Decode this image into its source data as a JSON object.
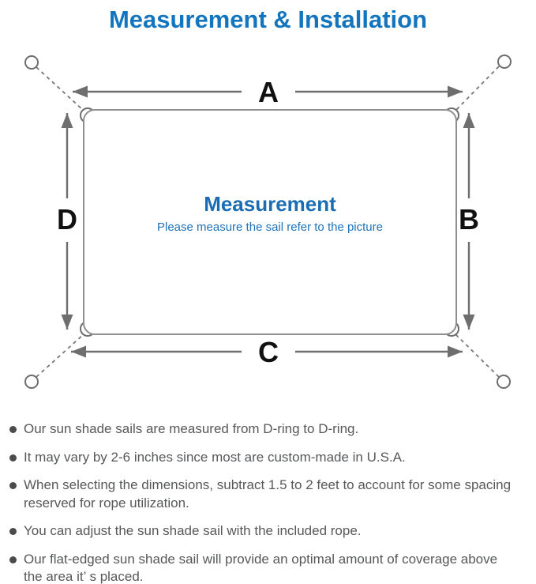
{
  "title": {
    "text": "Measurement & Installation",
    "color": "#1375bd"
  },
  "diagram": {
    "labels": {
      "top": "A",
      "right": "B",
      "bottom": "C",
      "left": "D"
    },
    "center": {
      "heading": "Measurement",
      "subheading": "Please measure the sail refer to the picture",
      "color": "#1a6cb3"
    },
    "line_color": "#6e6e6e",
    "sail_border_color": "#8f8f8f",
    "label_color": "#111111"
  },
  "notes": {
    "text_color": "#57585a",
    "bullet_color": "#4b4b4d",
    "items": [
      {
        "lines": [
          "Our sun shade sails are measured from D-ring to D-ring."
        ]
      },
      {
        "lines": [
          "It may vary by 2-6 inches since most are custom-made in U.S.A."
        ]
      },
      {
        "lines": [
          "When selecting the dimensions, subtract 1.5 to 2 feet to account for some spacing",
          "reserved for rope utilization."
        ]
      },
      {
        "lines": [
          "You can adjust the sun shade sail with the included rope."
        ]
      },
      {
        "lines": [
          "Our flat-edged sun shade sail will provide an optimal amount of coverage above",
          "the area it’ s placed."
        ]
      }
    ]
  }
}
